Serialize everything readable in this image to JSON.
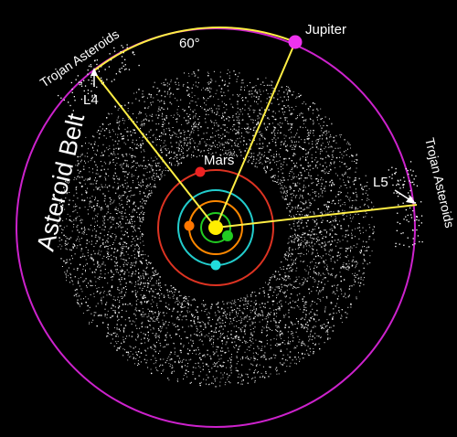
{
  "labels": {
    "jupiter": "Jupiter",
    "angle": "60°",
    "l4": "L4",
    "l5": "L5",
    "mars": "Mars",
    "asteroid_belt": "Asteroid Belt",
    "trojan_left": "Trojan Asteroids",
    "trojan_right": "Trojan Asteroids"
  },
  "colors": {
    "background": "#000000",
    "jupiter_orbit": "#cc22cc",
    "jupiter": "#ee33ee",
    "sun": "#ffee00",
    "lines": "#ffee44",
    "mars": "#ee2222",
    "mars_orbit": "#dd3322",
    "earth_orbit": "#22cccc",
    "earth": "#22dddd",
    "venus_orbit": "#ff8800",
    "venus": "#ff7700",
    "mercury_orbit": "#22cc22",
    "mercury": "#22cc22",
    "asteroids": "#ffffff",
    "text": "#ffffff"
  }
}
